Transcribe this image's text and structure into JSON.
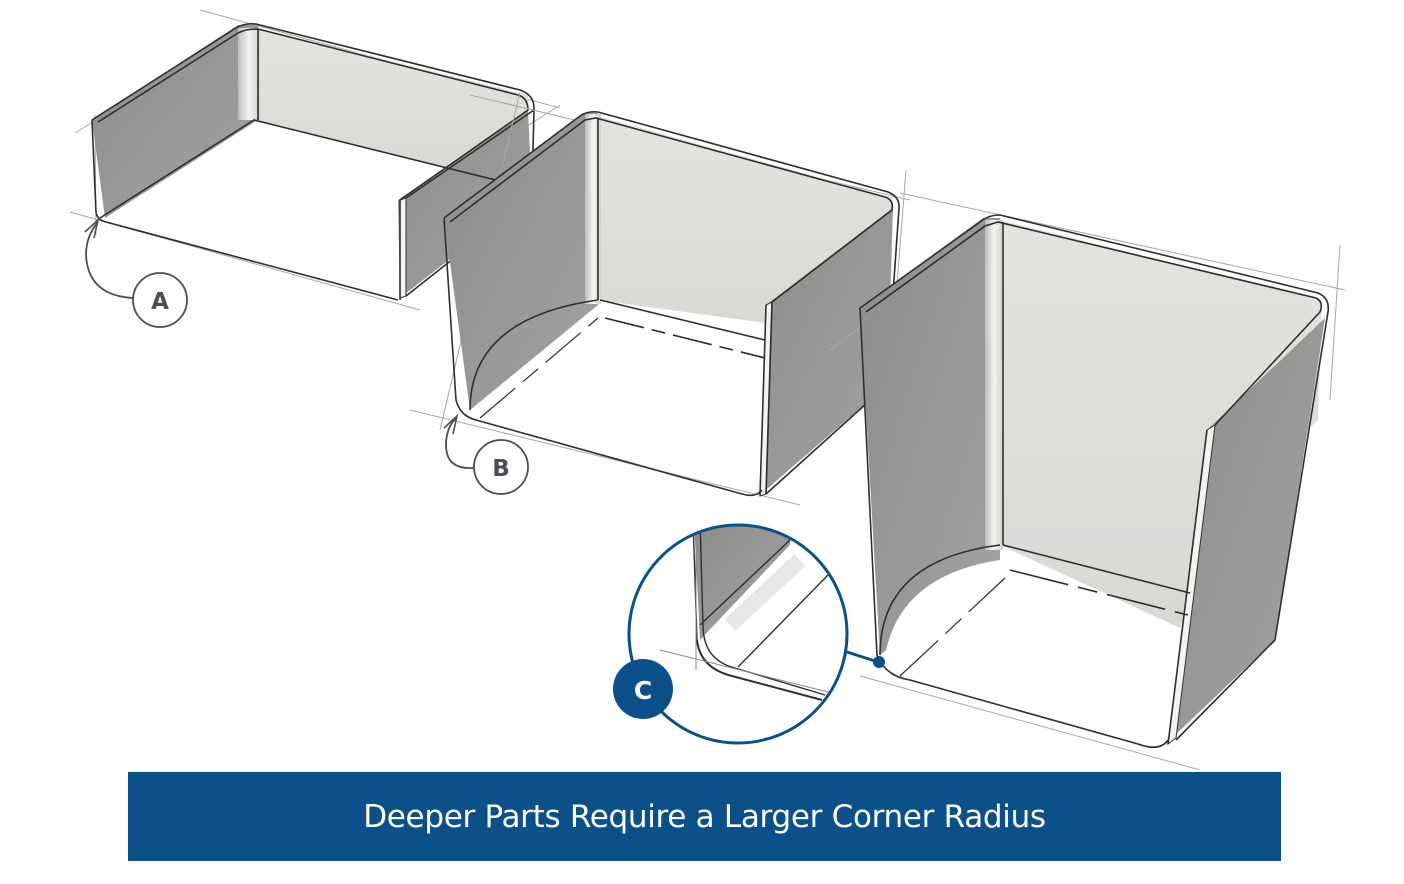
{
  "figure": {
    "description": "Three open sheet-metal style boxes of increasing depth, each with a rounded bottom corner; deeper parts show a larger corner radius",
    "colors": {
      "wall_dark": "#979795",
      "wall_light": "#dededb",
      "floor": "#ffffff",
      "edge": "#2f2f2f",
      "construction_line": "#9a9a9a",
      "callout_outline": "#4a4f55",
      "accent_blue": "#0b5089"
    },
    "callouts": [
      {
        "id": "A",
        "label": "A",
        "target": "shallow box corner (small radius)"
      },
      {
        "id": "B",
        "label": "B",
        "target": "medium box corner (medium radius)"
      },
      {
        "id": "C",
        "label": "C",
        "target": "deep box corner (large radius, magnified detail)"
      }
    ]
  },
  "caption": {
    "text": "Deeper Parts Require a Larger Corner Radius"
  }
}
